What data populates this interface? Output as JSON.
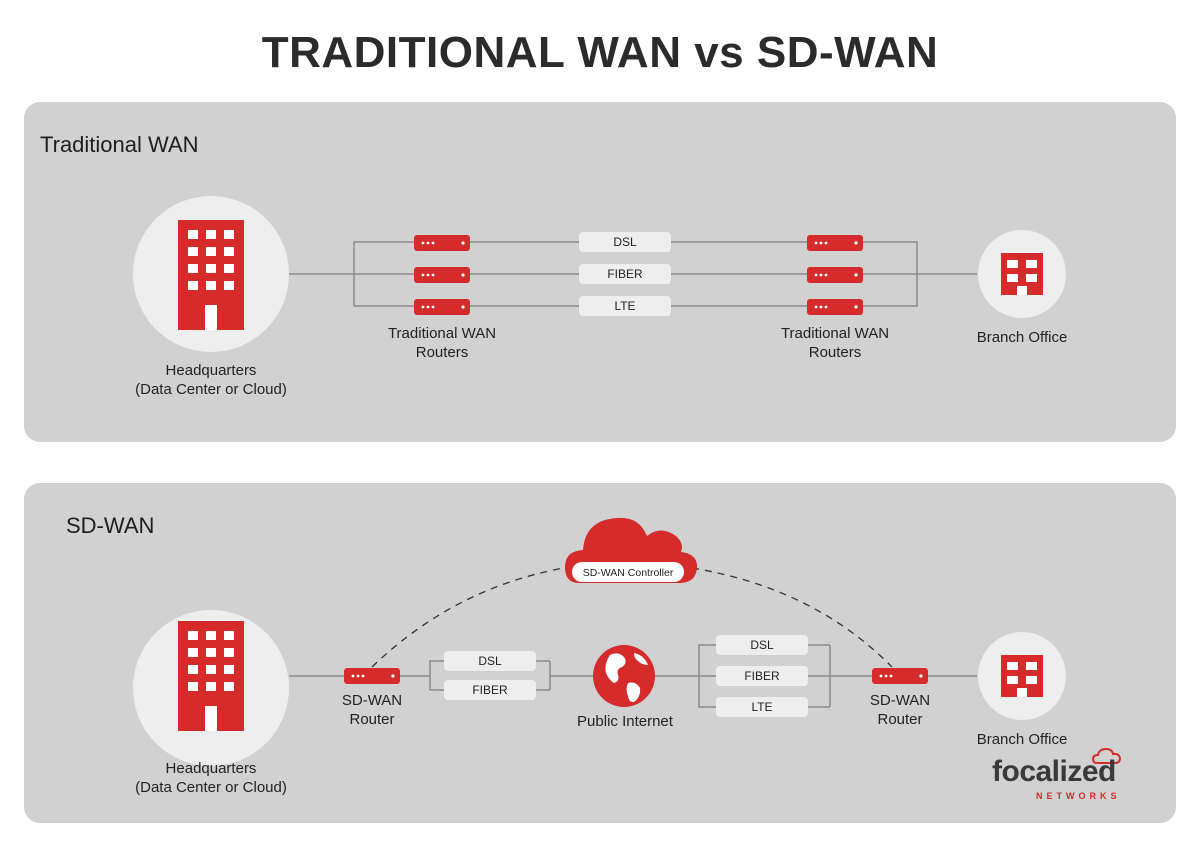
{
  "title": "TRADITIONAL WAN vs SD-WAN",
  "colors": {
    "accent": "#d52b2b",
    "panel": "#d1d1d1",
    "line": "#8a8a8a",
    "pill": "#eeeeee"
  },
  "traditional": {
    "title": "Traditional WAN",
    "hq": {
      "line1": "Headquarters",
      "line2": "(Data Center or Cloud)",
      "icon": "office-building-icon"
    },
    "left_routers": {
      "line1": "Traditional  WAN",
      "line2": "Routers",
      "icon": "router-icon"
    },
    "right_routers": {
      "line1": "Traditional  WAN",
      "line2": "Routers",
      "icon": "router-icon"
    },
    "links": [
      "DSL",
      "FIBER",
      "LTE"
    ],
    "branch": {
      "label": "Branch Office",
      "icon": "branch-building-icon"
    }
  },
  "sdwan": {
    "title": "SD-WAN",
    "hq": {
      "line1": "Headquarters",
      "line2": "(Data Center or Cloud)",
      "icon": "office-building-icon"
    },
    "left_router": {
      "line1": "SD-WAN",
      "line2": "Router",
      "icon": "router-icon"
    },
    "right_router": {
      "line1": "SD-WAN",
      "line2": "Router",
      "icon": "router-icon"
    },
    "left_links": [
      "DSL",
      "FIBER"
    ],
    "right_links": [
      "DSL",
      "FIBER",
      "LTE"
    ],
    "internet": {
      "label": "Public Internet",
      "icon": "globe-icon"
    },
    "controller": {
      "label": "SD-WAN Controller",
      "icon": "cloud-icon"
    },
    "branch": {
      "label": "Branch Office",
      "icon": "branch-building-icon"
    }
  },
  "brand": {
    "name": "focalized",
    "sub": "NETWORKS",
    "icon": "cloud-logo-icon"
  }
}
